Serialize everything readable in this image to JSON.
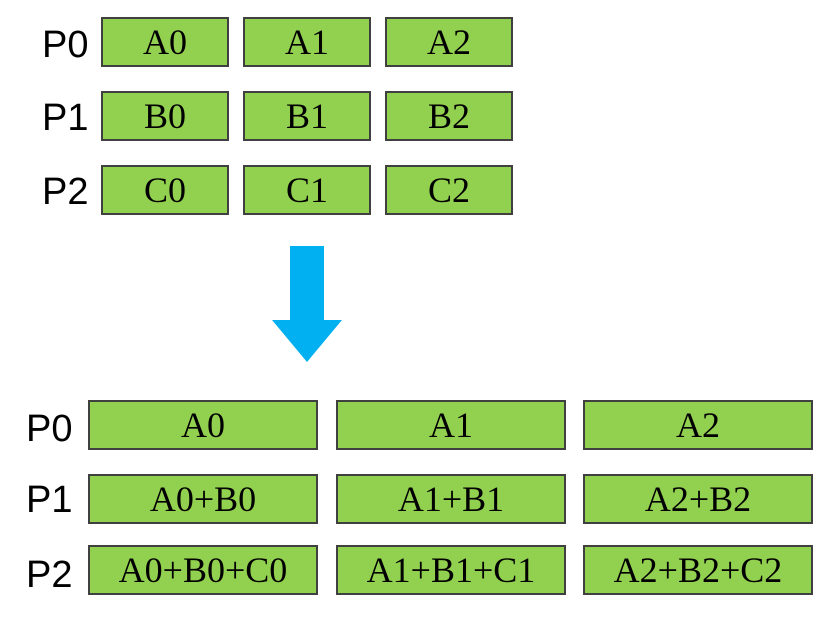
{
  "colors": {
    "cell_fill": "#92d050",
    "cell_border": "#404040",
    "arrow": "#00b0f0"
  },
  "before": {
    "rows": [
      {
        "label": "P0",
        "cells": [
          "A0",
          "A1",
          "A2"
        ]
      },
      {
        "label": "P1",
        "cells": [
          "B0",
          "B1",
          "B2"
        ]
      },
      {
        "label": "P2",
        "cells": [
          "C0",
          "C1",
          "C2"
        ]
      }
    ]
  },
  "arrow_icon": "down-arrow-icon",
  "after": {
    "rows": [
      {
        "label": "P0",
        "cells": [
          "A0",
          "A1",
          "A2"
        ]
      },
      {
        "label": "P1",
        "cells": [
          "A0+B0",
          "A1+B1",
          "A2+B2"
        ]
      },
      {
        "label": "P2",
        "cells": [
          "A0+B0+C0",
          "A1+B1+C1",
          "A2+B2+C2"
        ]
      }
    ]
  }
}
